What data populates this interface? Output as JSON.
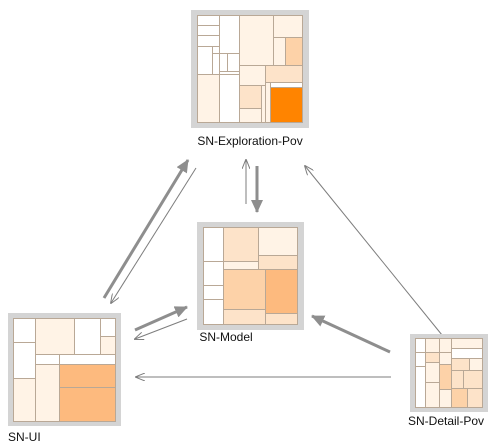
{
  "nodes": {
    "exploration": {
      "label": "SN-Exploration-Pov"
    },
    "model": {
      "label": "SN-Model"
    },
    "ui": {
      "label": "SN-UI"
    },
    "detail": {
      "label": "SN-Detail-Pov"
    }
  },
  "colors": {
    "frame": "#d4d4d4",
    "cell_border": "#b9a896",
    "shade_0": "#ffffff",
    "shade_1": "#fff3e6",
    "shade_2": "#fde3c9",
    "shade_3": "#fdd2a8",
    "shade_4": "#fdba7e",
    "shade_5": "#ff8400",
    "arrow_thick": "#8e8e8e",
    "arrow_thin": "#7d7d7d"
  }
}
